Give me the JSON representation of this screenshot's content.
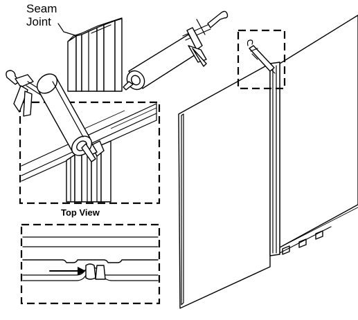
{
  "labels": {
    "seam": "Seam",
    "joint": "Joint",
    "top_view": "Top View"
  },
  "icons": [
    "caulk-gun-icon",
    "arrow-icon"
  ],
  "colors": {
    "ink": "#000000",
    "paper": "#ffffff"
  }
}
